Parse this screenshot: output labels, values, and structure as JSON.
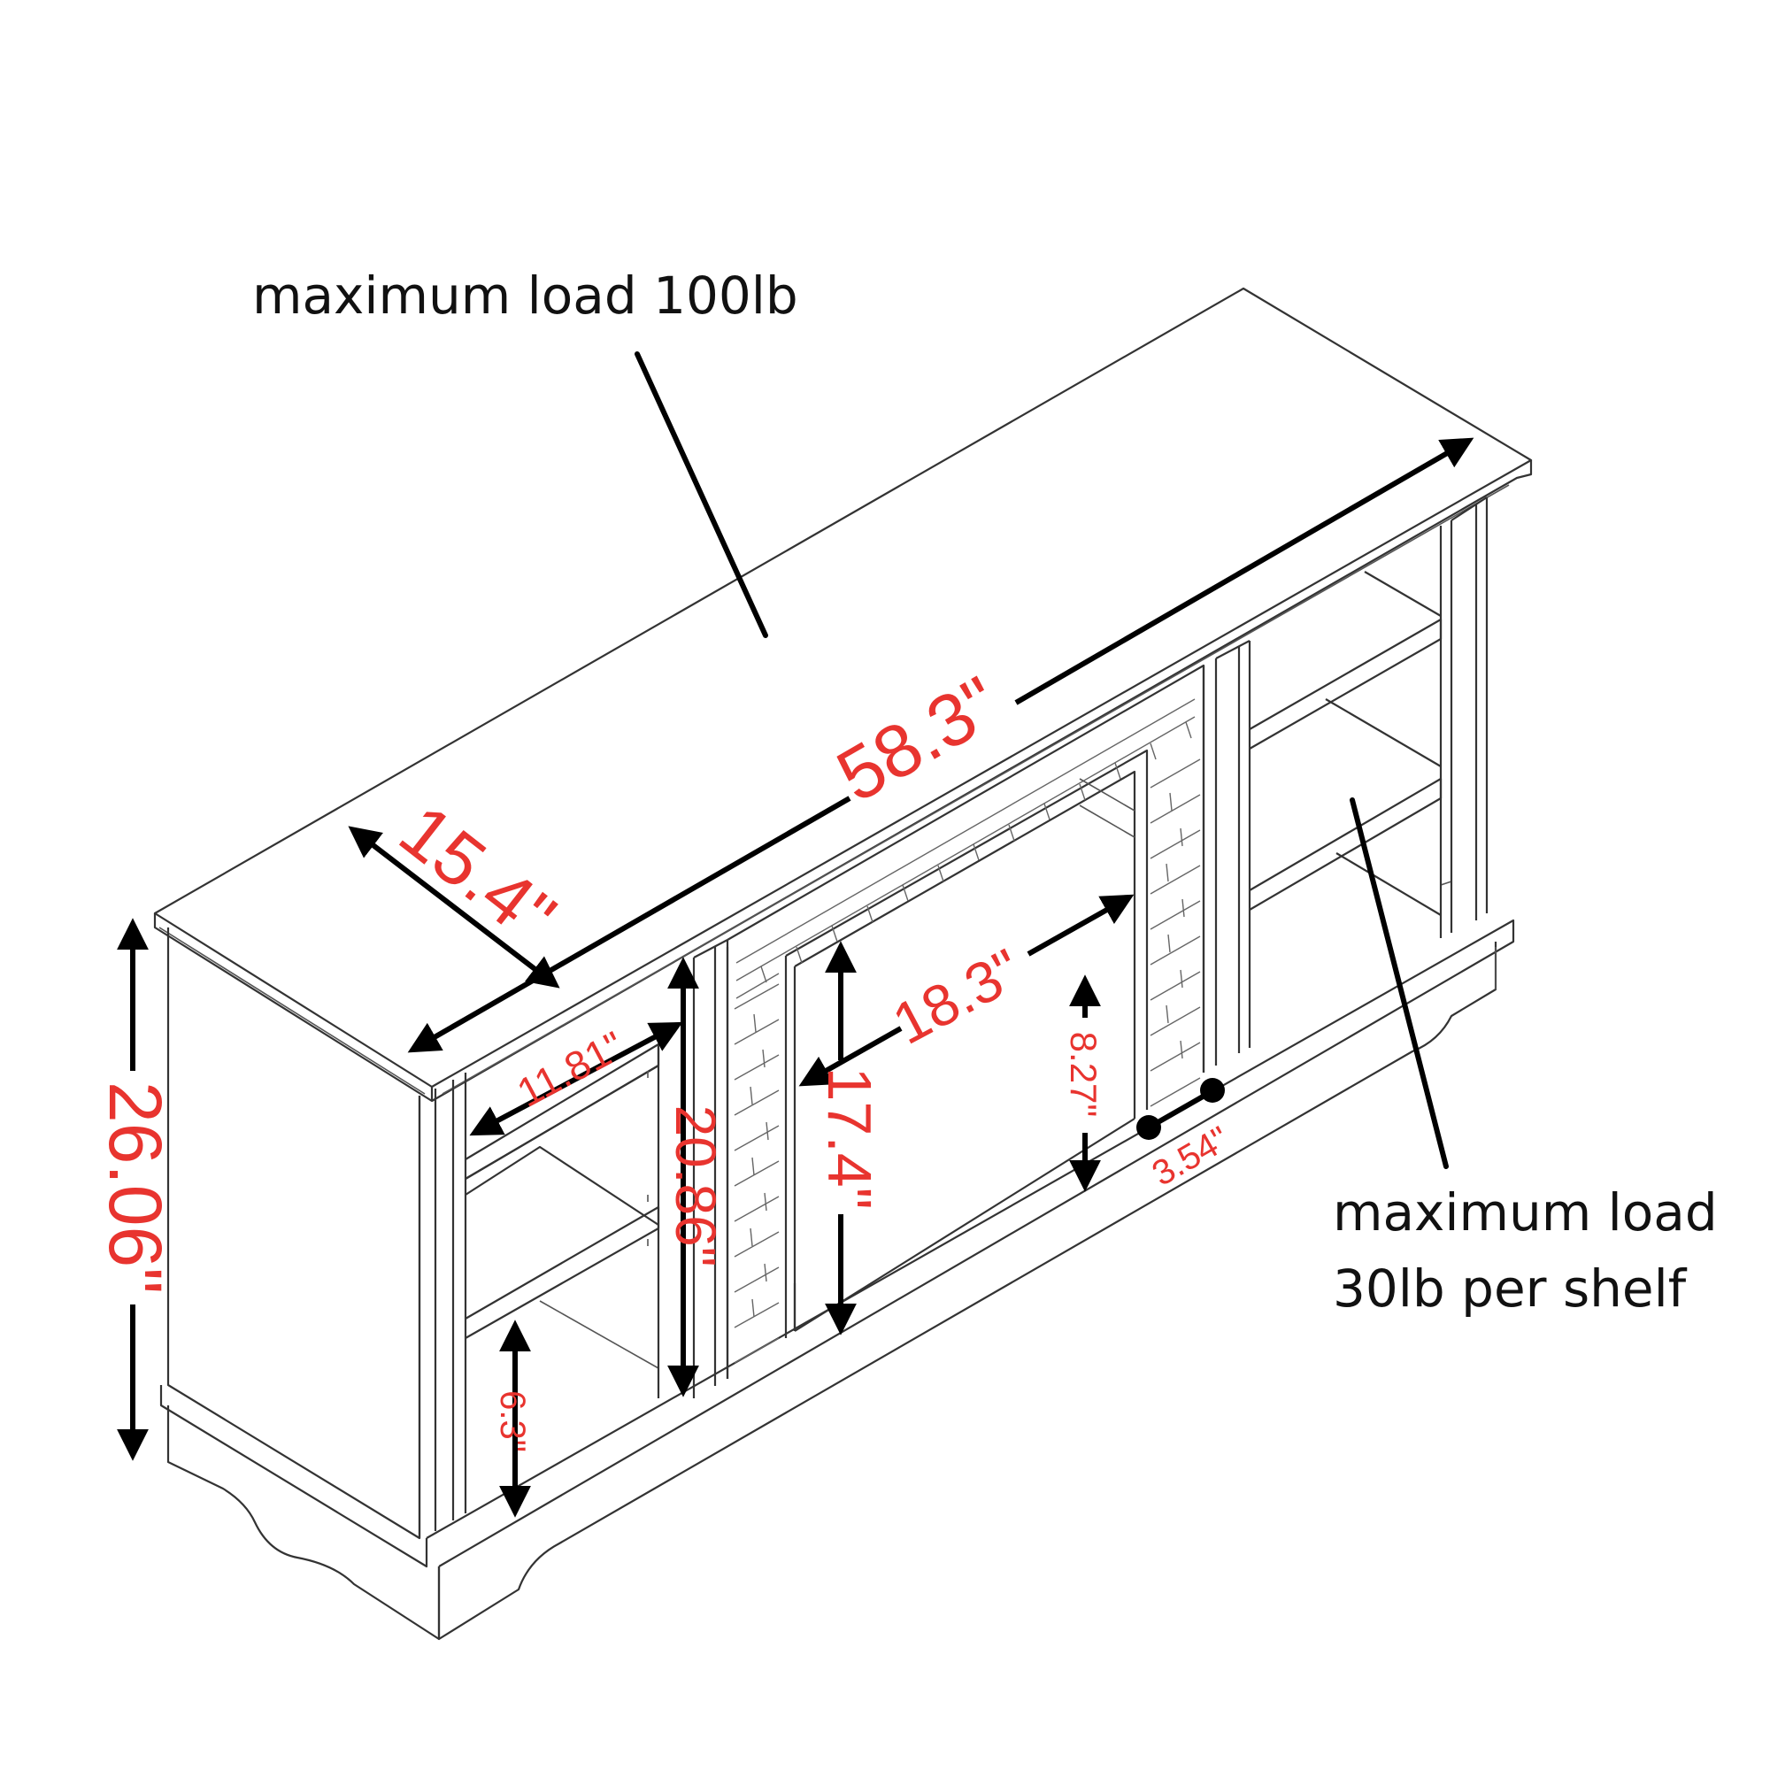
{
  "annotations": {
    "top_load": "maximum load 100lb",
    "shelf_load_line1": "maximum load",
    "shelf_load_line2": "30lb per shelf"
  },
  "dimensions": {
    "width": "58.3\"",
    "depth": "15.4\"",
    "height": "26.06\"",
    "side_shelf_depth": "11.81\"",
    "side_opening_height": "20.86\"",
    "fireplace_width": "18.3\"",
    "fireplace_height": "17.4\"",
    "fireplace_side_height": "8.27\"",
    "bottom_shelf_height": "6.3\"",
    "post_gap": "3.54\""
  },
  "colors": {
    "dimension_text": "#e8342f",
    "line_art": "#333333",
    "arrows": "#000000"
  }
}
